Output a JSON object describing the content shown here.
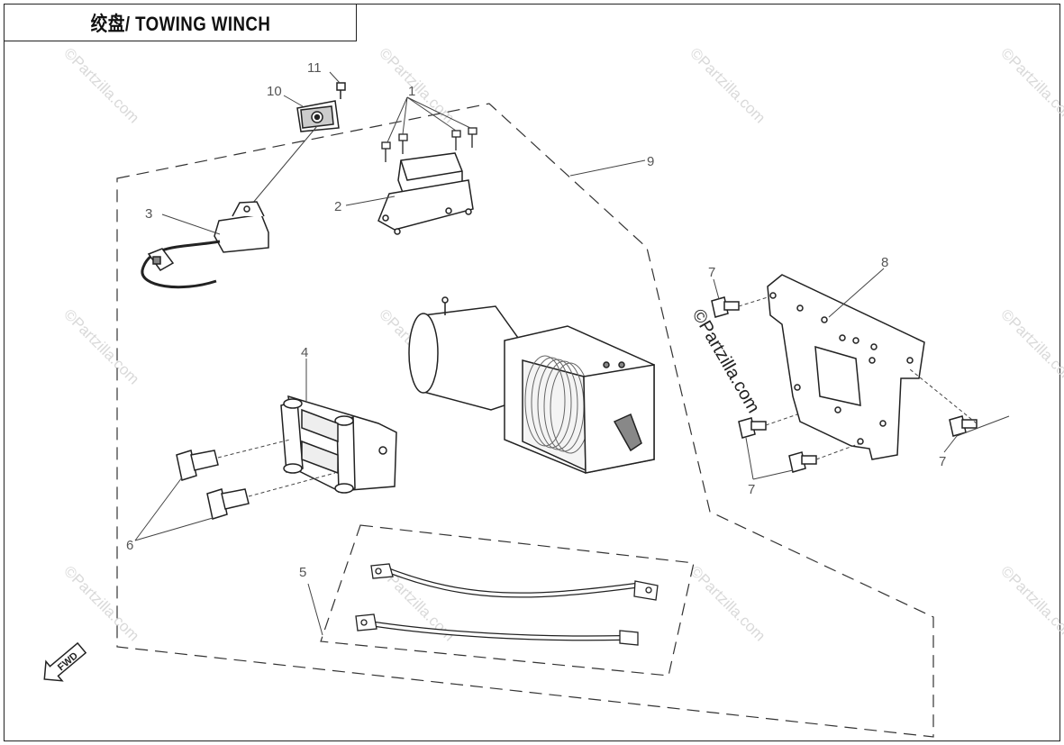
{
  "title": "绞盘/ TOWING WINCH",
  "watermark": "©Partzilla.com",
  "watermark_main": "©Partzilla.com",
  "fwd_label": "FWD",
  "callouts": {
    "c1": "1",
    "c2": "2",
    "c3": "3",
    "c4": "4",
    "c5": "5",
    "c6": "6",
    "c7a": "7",
    "c7b": "7",
    "c7c": "7",
    "c8": "8",
    "c9": "9",
    "c10": "10",
    "c11": "11"
  },
  "parts": {
    "p1": "bolt",
    "p2": "relay-contactor",
    "p3": "remote-socket",
    "p4": "roller-fairlead",
    "p5": "battery-cables",
    "p6": "fairlead-bolts",
    "p7": "mount-bolts",
    "p8": "mounting-plate",
    "p9": "winch-assembly",
    "p10": "bracket",
    "p11": "screw"
  }
}
